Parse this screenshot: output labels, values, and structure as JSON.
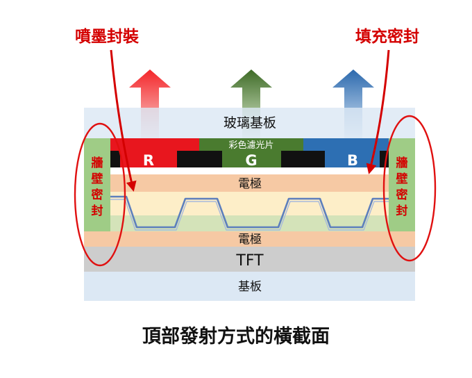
{
  "labels": {
    "ink_seal": "噴墨封裝",
    "fill_seal": "填充密封",
    "glass_substrate": "玻璃基板",
    "color_filter": "彩色濾光片",
    "red": "R",
    "green": "G",
    "blue": "B",
    "electrode_top": "電極",
    "electrode_bottom": "電極",
    "tft": "TFT",
    "substrate": "基板",
    "wall_seal_chars": [
      "牆",
      "壁",
      "密",
      "封"
    ]
  },
  "caption": "頂部發射方式的橫截面",
  "colors": {
    "red": "#e8161e",
    "green": "#4a7b2f",
    "blue": "#2d6fb3",
    "annotation": "#d40000",
    "glass": "#dce8f4",
    "wall": "#9fcc86",
    "electrode": "#f6c9a4",
    "fill": "#fdeec8",
    "tft": "#cdcdcd",
    "substrate": "#dce8f4"
  }
}
